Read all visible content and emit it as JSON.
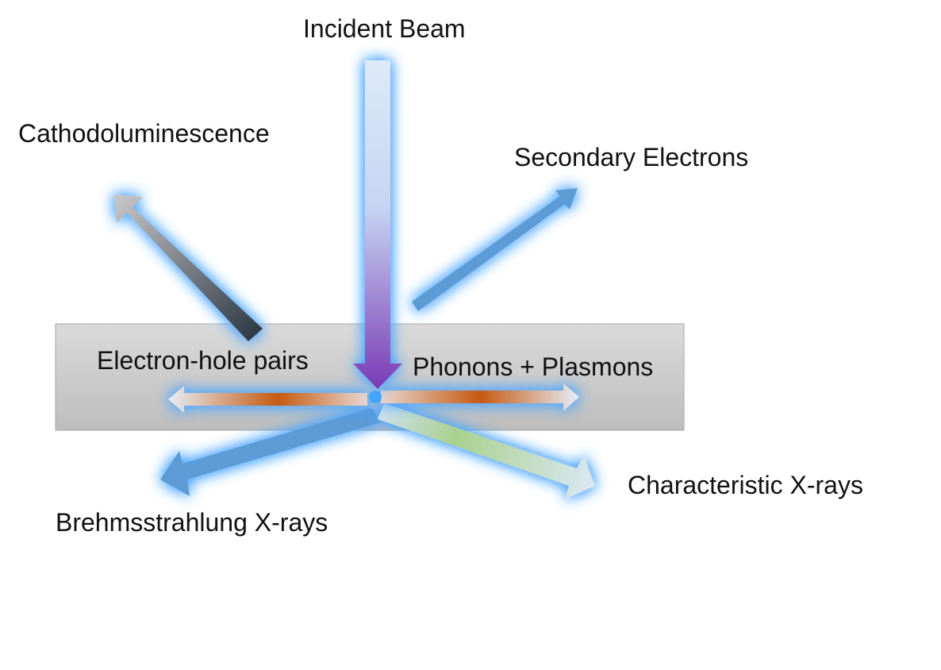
{
  "labels": {
    "incident_beam": "Incident Beam",
    "cathodoluminescence": "Cathodoluminescence",
    "secondary_electrons": "Secondary Electrons",
    "electron_hole_pairs": "Electron-hole pairs",
    "phonons_plasmons": "Phonons + Plasmons",
    "characteristic_xrays": "Characteristic X-rays",
    "brehmsstrahlung_xrays": "Brehmsstrahlung X-rays"
  },
  "colors": {
    "glow": "#4da6ff",
    "sample_top": "#dadada",
    "sample_bottom": "#bdbdbd",
    "beam_top": "#dceaf9",
    "beam_bottom": "#7a3cb6",
    "secondary": "#5b9bd5",
    "brehmsstrahlung": "#5b9bd5",
    "cathodo_start": "#2f3a46",
    "cathodo_end": "#c8c8c8",
    "characteristic_mid": "#a9d18e",
    "characteristic_end": "#dbe8f4",
    "lateral_hot": "#c55a11",
    "lateral_end": "#e6eef8"
  }
}
